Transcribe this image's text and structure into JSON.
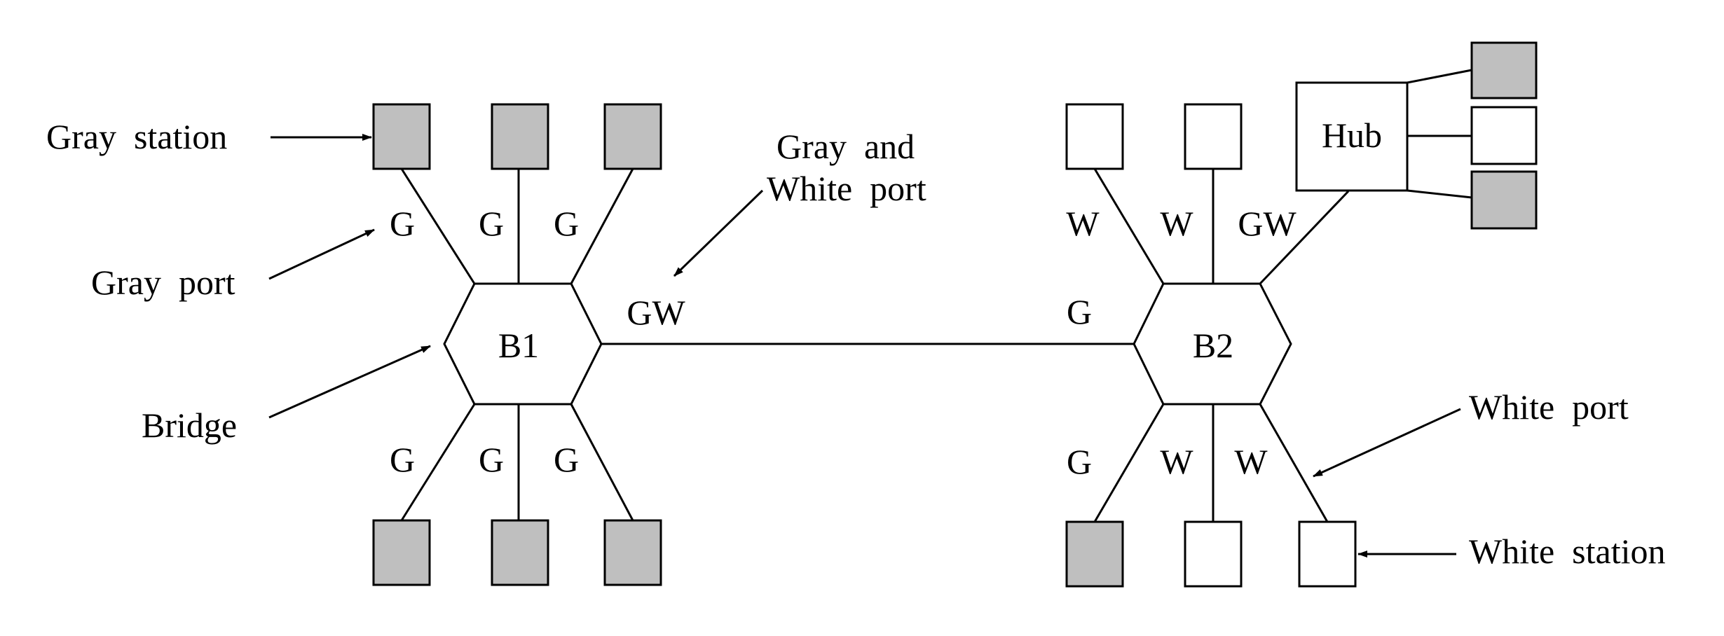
{
  "colors": {
    "gray": "#bfbfbf",
    "white": "#ffffff",
    "line": "#000000"
  },
  "bridges": {
    "b1": "B1",
    "b2": "B2"
  },
  "hub": {
    "label": "Hub"
  },
  "ports": {
    "b1_top_left": "G",
    "b1_top_mid": "G",
    "b1_top_right": "G",
    "b1_bot_left": "G",
    "b1_bot_mid": "G",
    "b1_bot_right": "G",
    "b1_link": "GW",
    "b2_top_left": "W",
    "b2_top_mid": "W",
    "b2_top_right": "GW",
    "b2_link": "G",
    "b2_bot_left": "G",
    "b2_bot_mid": "W",
    "b2_bot_right": "W"
  },
  "annotations": {
    "gray_station": "Gray  station",
    "gray_port": "Gray  port",
    "bridge": "Bridge",
    "gray_white_port_line1": "Gray  and",
    "gray_white_port_line2": "White  port",
    "white_port": "White  port",
    "white_station": "White  station"
  },
  "stations": {
    "b1_top_left": "gray",
    "b1_top_mid": "gray",
    "b1_top_right": "gray",
    "b1_bot_left": "gray",
    "b1_bot_mid": "gray",
    "b1_bot_right": "gray",
    "b2_top_left": "white",
    "b2_top_mid": "white",
    "b2_bot_left": "gray",
    "b2_bot_mid": "white",
    "b2_bot_right": "white",
    "hub_top": "gray",
    "hub_mid": "white",
    "hub_bot": "gray"
  }
}
